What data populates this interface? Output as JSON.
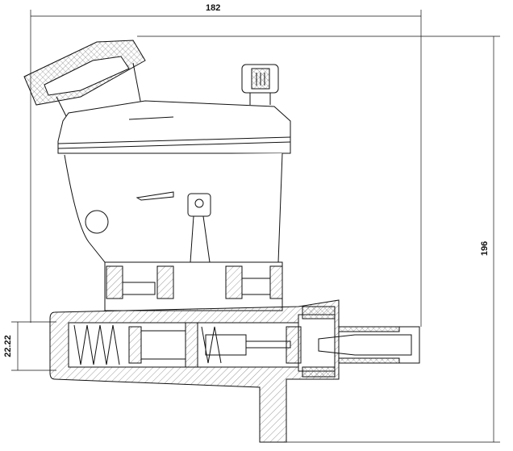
{
  "dimensions": {
    "width": "182",
    "height": "196",
    "bore": "22.22"
  }
}
